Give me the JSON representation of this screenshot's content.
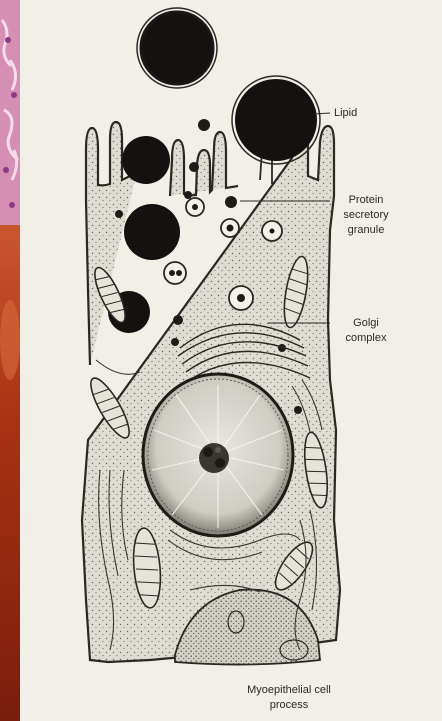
{
  "labels": {
    "lipid": "Lipid",
    "protein_line1": "Protein",
    "protein_line2": "secretory",
    "protein_line3": "granule",
    "golgi_line1": "Golgi",
    "golgi_line2": "complex",
    "myo_line1": "Myoepithelial cell",
    "myo_line2": "process"
  },
  "colors": {
    "ink": "#1a1816",
    "cytoplasm": "#dedbd2",
    "paper": "#f1efe8",
    "histology_pink": "#d98fb0",
    "histology_red": "#b2361c"
  }
}
